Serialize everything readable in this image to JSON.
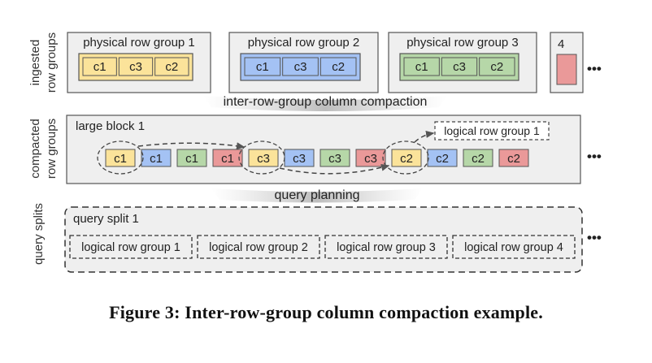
{
  "colors": {
    "yellow": "#fbe39a",
    "blue": "#a4c2f4",
    "green": "#b6d7a8",
    "red": "#ea9999",
    "panel": "#efefef",
    "outline": "#555555"
  },
  "row_labels": {
    "ingested_line1": "ingested",
    "ingested_line2": "row groups",
    "compacted_line1": "compacted",
    "compacted_line2": "row groups",
    "splits": "query splits"
  },
  "ingested": {
    "groups": [
      {
        "title": "physical row group 1",
        "color": "yellow",
        "cols": [
          "c1",
          "c3",
          "c2"
        ]
      },
      {
        "title": "physical row group 2",
        "color": "blue",
        "cols": [
          "c1",
          "c3",
          "c2"
        ]
      },
      {
        "title": "physical row group 3",
        "color": "green",
        "cols": [
          "c1",
          "c3",
          "c2"
        ]
      }
    ],
    "fourth_label": "4",
    "ellipsis": "•••"
  },
  "labels": {
    "compaction": "inter-row-group column compaction",
    "planning": "query planning"
  },
  "compacted": {
    "title": "large block 1",
    "logical_label": "logical row group 1",
    "cells": [
      {
        "label": "c1",
        "color": "yellow"
      },
      {
        "label": "c1",
        "color": "blue"
      },
      {
        "label": "c1",
        "color": "green"
      },
      {
        "label": "c1",
        "color": "red"
      },
      {
        "label": "c3",
        "color": "yellow"
      },
      {
        "label": "c3",
        "color": "blue"
      },
      {
        "label": "c3",
        "color": "green"
      },
      {
        "label": "c3",
        "color": "red"
      },
      {
        "label": "c2",
        "color": "yellow"
      },
      {
        "label": "c2",
        "color": "blue"
      },
      {
        "label": "c2",
        "color": "green"
      },
      {
        "label": "c2",
        "color": "red"
      }
    ],
    "ellipsis": "•••"
  },
  "splits": {
    "title": "query split 1",
    "groups": [
      "logical row group 1",
      "logical row group 2",
      "logical row group 3",
      "logical row group 4"
    ],
    "ellipsis": "•••"
  },
  "caption": "Figure 3: Inter-row-group column compaction example."
}
